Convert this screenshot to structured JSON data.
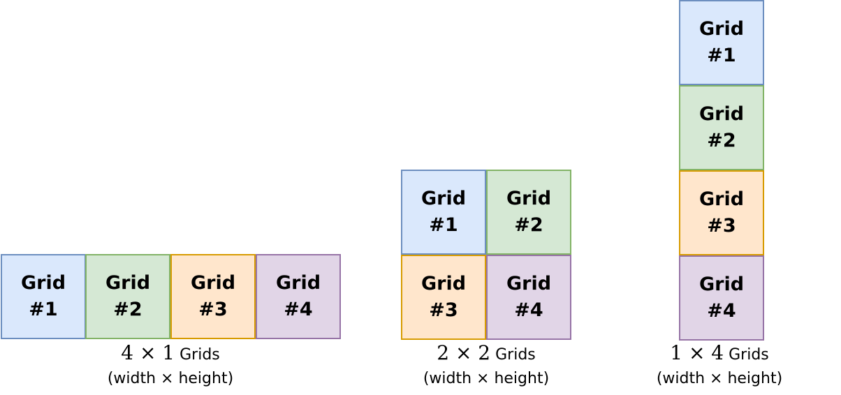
{
  "cells": {
    "g1": {
      "line1": "Grid",
      "line2": "#1"
    },
    "g2": {
      "line1": "Grid",
      "line2": "#2"
    },
    "g3": {
      "line1": "Grid",
      "line2": "#3"
    },
    "g4": {
      "line1": "Grid",
      "line2": "#4"
    }
  },
  "layouts": [
    {
      "math": "4 × 1",
      "word": "Grids",
      "sub": "(width × height)"
    },
    {
      "math": "2 × 2",
      "word": "Grids",
      "sub": "(width × height)"
    },
    {
      "math": "1 × 4",
      "word": "Grids",
      "sub": "(width × height)"
    }
  ],
  "colors": {
    "grid1_fill": "#dae8fc",
    "grid1_stroke": "#6c8ebf",
    "grid2_fill": "#d5e8d4",
    "grid2_stroke": "#82b366",
    "grid3_fill": "#ffe6cc",
    "grid3_stroke": "#d79b00",
    "grid4_fill": "#e1d5e7",
    "grid4_stroke": "#9673a6"
  }
}
